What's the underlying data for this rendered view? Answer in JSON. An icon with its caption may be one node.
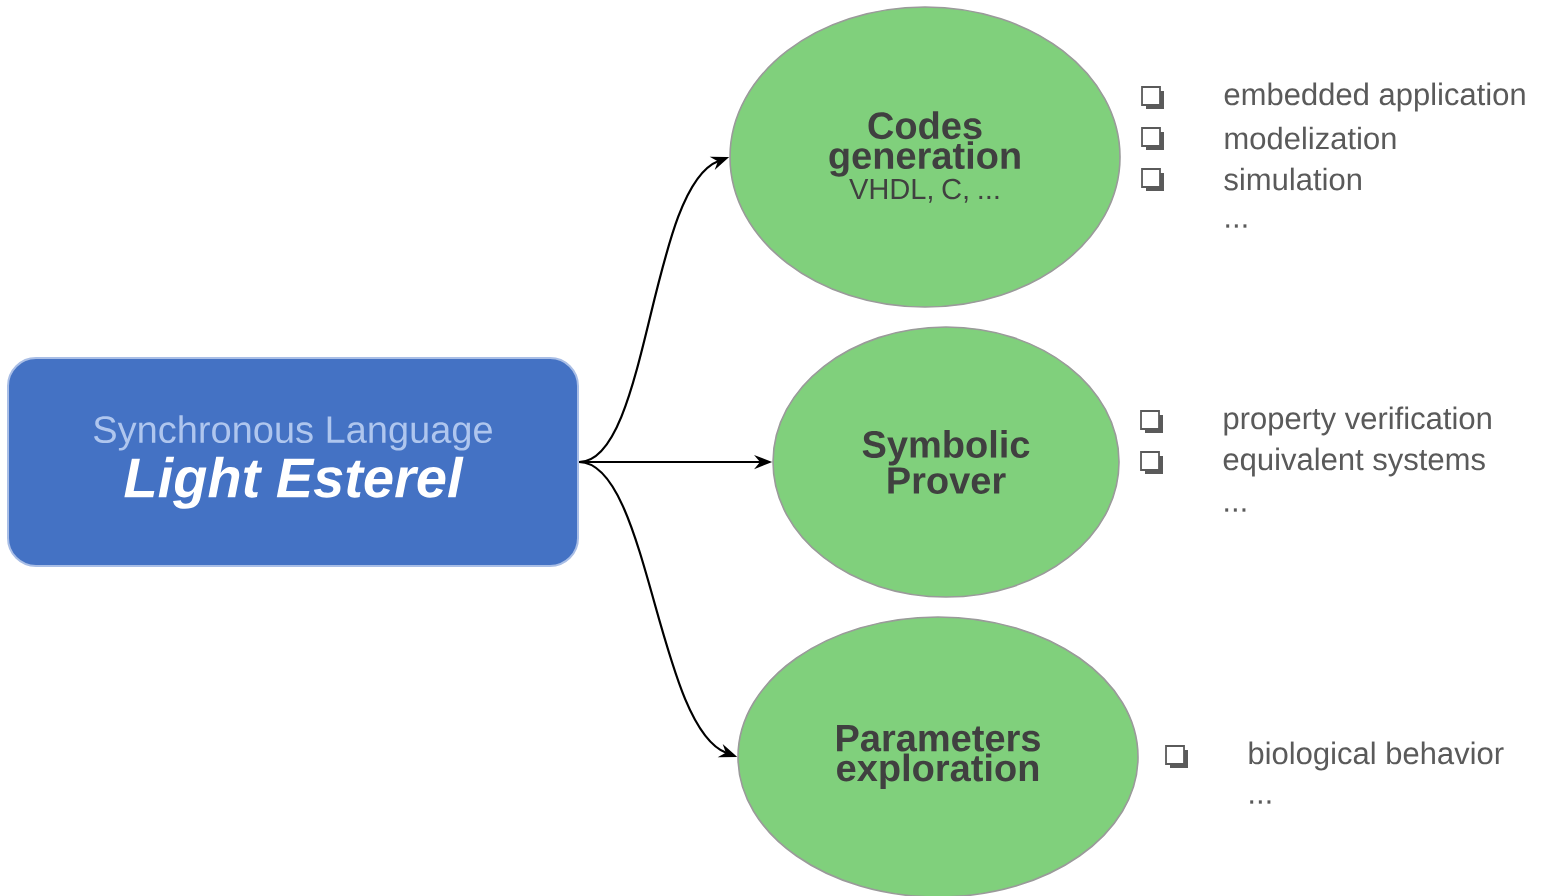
{
  "diagram": {
    "nodes": [
      {
        "text": [
          "Synchronous Language",
          "Light Esterel"
        ]
      },
      {
        "text": [
          "Codes generation",
          "VHDL, C, ..."
        ]
      },
      {
        "text": [
          "Symbolic Prover"
        ]
      },
      {
        "text": [
          "Parameters exploration"
        ]
      }
    ],
    "edges": [
      {
        "from": 0,
        "to": 1,
        "arrow": "to"
      },
      {
        "from": 0,
        "to": 2,
        "arrow": "to"
      },
      {
        "from": 0,
        "to": 3,
        "arrow": "to"
      }
    ],
    "labels": [
      "embedded application",
      "modelization",
      "simulation",
      "...",
      "property verification",
      "equivalent systems",
      "...",
      "biological behavior",
      "..."
    ]
  }
}
